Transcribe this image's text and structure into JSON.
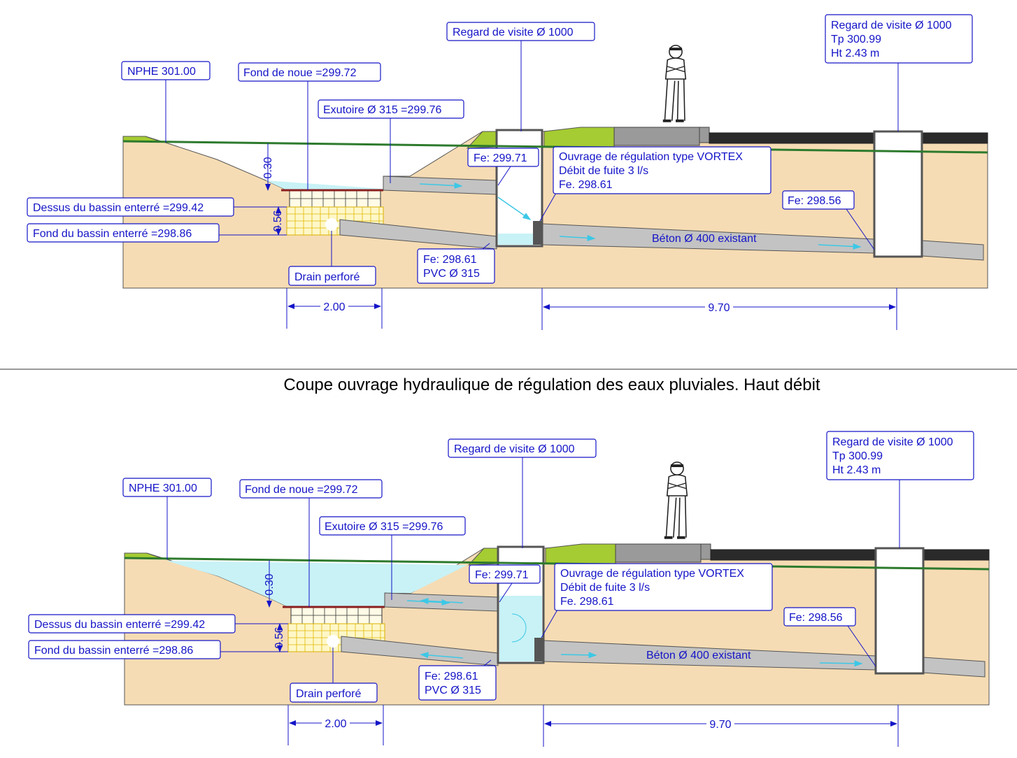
{
  "title": "Coupe ouvrage hydraulique de régulation des eaux pluviales. Haut débit",
  "labels": {
    "nphe": "NPHE 301.00",
    "fond_noue": "Fond de noue =299.72",
    "exutoire": "Exutoire Ø 315 =299.76",
    "regard1": "Regard de visite Ø 1000",
    "regard2_line1": "Regard de visite Ø 1000",
    "regard2_line2": "Tp 300.99",
    "regard2_line3": "Ht 2.43 m",
    "fe_top": "Fe: 299.71",
    "vortex_line1": "Ouvrage de régulation type VORTEX",
    "vortex_line2": "Débit de fuite 3 l/s",
    "vortex_line3": "Fe. 298.61",
    "fe_right": "Fe: 298.56",
    "dessus": "Dessus du bassin enterré =299.42",
    "fond_bassin": "Fond du bassin enterré =298.86",
    "fe_bottom_line1": "Fe: 298.61",
    "fe_bottom_line2": "PVC Ø 315",
    "drain": "Drain perforé",
    "beton": "Béton Ø 400 existant",
    "dim_030": "0.30",
    "dim_056": "0.56",
    "dim_200": "2.00",
    "dim_970": "9.70"
  },
  "colors": {
    "ground": "#f6dcb4",
    "water": "#c8f2f6",
    "grass": "#a5cc32",
    "pipe": "#c3c3c3",
    "road": "#2a2a2a",
    "nphe_line": "#2d7a2d",
    "label_text": "#1414c8"
  }
}
